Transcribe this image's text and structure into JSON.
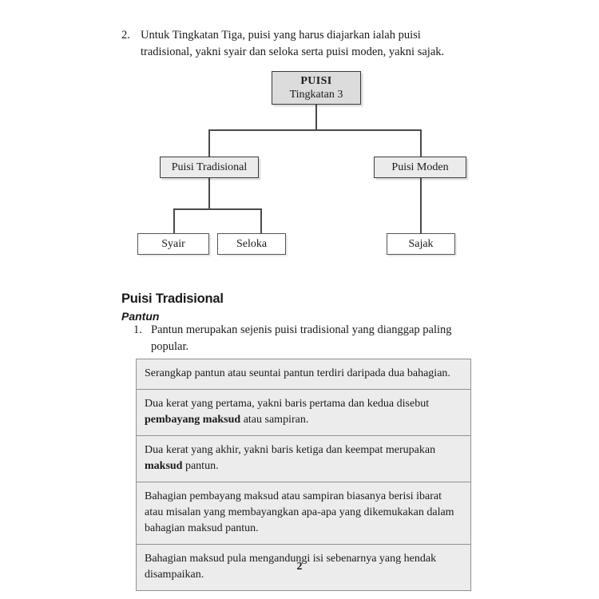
{
  "intro": {
    "number": "2.",
    "text": "Untuk Tingkatan Tiga, puisi yang harus diajarkan ialah puisi tradisional, yakni syair dan seloka serta puisi moden, yakni sajak."
  },
  "flowchart": {
    "root": {
      "line1": "PUISI",
      "line2": "Tingkatan 3"
    },
    "level2": [
      {
        "label": "Puisi Tradisional"
      },
      {
        "label": "Puisi Moden"
      }
    ],
    "level3": [
      {
        "label": "Syair"
      },
      {
        "label": "Seloka"
      },
      {
        "label": "Sajak"
      }
    ]
  },
  "section": {
    "title": "Puisi Tradisional",
    "subtitle": "Pantun"
  },
  "list": {
    "number": "1.",
    "text": "Pantun merupakan sejenis puisi tradisional yang dianggap paling popular."
  },
  "table": {
    "rows": [
      {
        "parts": [
          {
            "text": "Serangkap pantun atau seuntai pantun terdiri daripada dua bahagian.",
            "bold": false
          }
        ]
      },
      {
        "parts": [
          {
            "text": "Dua kerat yang pertama, yakni baris pertama dan kedua disebut ",
            "bold": false
          },
          {
            "text": "pembayang maksud",
            "bold": true
          },
          {
            "text": " atau sampiran.",
            "bold": false
          }
        ]
      },
      {
        "parts": [
          {
            "text": "Dua kerat yang akhir, yakni baris ketiga dan keempat merupakan ",
            "bold": false
          },
          {
            "text": "maksud",
            "bold": true
          },
          {
            "text": " pantun.",
            "bold": false
          }
        ]
      },
      {
        "parts": [
          {
            "text": "Bahagian pembayang maksud atau sampiran biasanya berisi ibarat atau misalan yang membayangkan apa-apa yang dikemukakan dalam bahagian maksud pantun.",
            "bold": false
          }
        ]
      },
      {
        "parts": [
          {
            "text": "Bahagian maksud pula mengandungi isi sebenarnya yang hendak disampaikan.",
            "bold": false
          }
        ]
      }
    ]
  },
  "footer": {
    "page_number": "2"
  },
  "colors": {
    "root_fill": "#dcdcdc",
    "level2_fill": "#ebebeb",
    "level3_fill": "#ffffff",
    "table_fill": "#ececec",
    "border": "#3a3a3a",
    "text": "#1a1a1a"
  }
}
